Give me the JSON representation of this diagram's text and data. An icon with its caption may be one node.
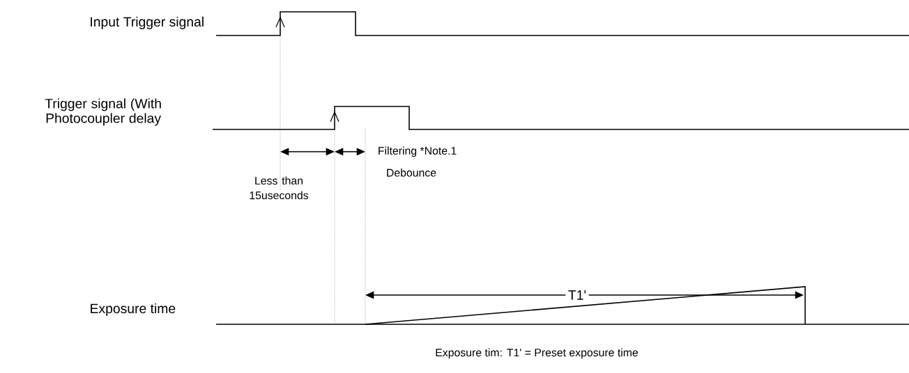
{
  "diagram": {
    "labels": [
      "Input Trigger signal",
      "Trigger signal (With Photocoupler delay",
      "Less than 15useconds",
      "Filtering *Note.1",
      "Debounce",
      "T1'",
      "Exposure time",
      "Exposure tim: T1' = Preset exposure time"
    ]
  }
}
